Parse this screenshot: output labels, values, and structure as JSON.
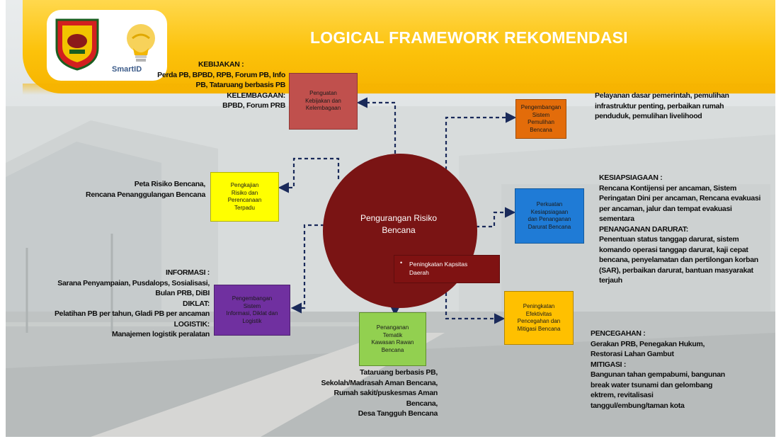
{
  "slide": {
    "title": "LOGICAL FRAMEWORK REKOMENDASI",
    "logo_label": "SmartID"
  },
  "center": {
    "label_line1": "Pengurangan Risiko",
    "label_line2": "Bencana",
    "inner_bullet": "•",
    "inner_line1": "Peningkatan Kapsitas",
    "inner_line2": "Daerah"
  },
  "boxes": {
    "kebijakan": {
      "l1": "Penguatan",
      "l2": "Kebijakan dan",
      "l3": "Kelembagaan",
      "color": "#c0504d"
    },
    "pemulihan": {
      "l1": "Pengembangan",
      "l2": "Sistem",
      "l3": "Pemulihan",
      "l4": "Bencana",
      "color": "#e36c0a"
    },
    "kesiapsiagaan": {
      "l1": "Perkuatan",
      "l2": "Kesiapsiagaan",
      "l3": "dan Penanganan",
      "l4": "Darurat  Bencana",
      "color": "#1f7bd6"
    },
    "pencegahan": {
      "l1": "Peningkatan",
      "l2": "Efektivitas",
      "l3": "Pencegahan dan",
      "l4": "Mitigasi  Bencana",
      "color": "#ffc000"
    },
    "tematik": {
      "l1": "Penanganan",
      "l2": "Tematik",
      "l3": "Kawasan Rawan",
      "l4": "Bencana",
      "color": "#92d050"
    },
    "informasi": {
      "l1": "Pengembangan",
      "l2": "Sistem",
      "l3": "Informasi, Diklat  dan",
      "l4": "Logistik",
      "color": "#7030a0"
    },
    "risiko": {
      "l1": "Pengkajian",
      "l2": "Risiko dan",
      "l3": "Perencanaan",
      "l4": "Terpadu",
      "color": "#ffff00"
    }
  },
  "notes": {
    "kebijakan": {
      "h1": "KEBIJAKAN :",
      "t1a": "Perda PB, BPBD, RPB, Forum PB, Info",
      "t1b": "PB, Tataruang berbasis PB",
      "h2": "KELEMBAGAAN:",
      "t2": "BPBD, Forum PRB"
    },
    "pemulihan": {
      "t1": "Pelayanan dasar pemerintah, pemulihan",
      "t2": "infrastruktur penting, perbaikan rumah",
      "t3": "penduduk, pemulihan livelihood"
    },
    "risiko": {
      "t1": "Peta Risiko Bencana,",
      "t2": "Rencana Penanggulangan Bencana"
    },
    "kesiapsiagaan": {
      "h1": "KESIAPSIAGAAN :",
      "t1": "Rencana Kontijensi per ancaman, Sistem",
      "t2": "Peringatan Dini per ancaman, Rencana evakuasi",
      "t3": "per ancaman, jalur dan tempat evakuasi",
      "t4": "sementara",
      "h2": "PENANGANAN DARURAT:",
      "u1": "Penentuan status tanggap darurat, sistem",
      "u2": "komando operasi tanggap darurat, kaji cepat",
      "u3": "bencana, penyelamatan dan pertilongan korban",
      "u4": "(SAR), perbaikan darurat, bantuan masyarakat",
      "u5": "terjauh"
    },
    "informasi": {
      "h1": "INFORMASI :",
      "t1": "Sarana Penyampaian, Pusdalops, Sosialisasi,",
      "t2": "Bulan PRB, DiBI",
      "h2": "DIKLAT:",
      "t3": "Pelatihan PB per tahun, Gladi PB per ancaman",
      "h3": "LOGISTIK:",
      "t4": "Manajemen logistik peralatan"
    },
    "pencegahan": {
      "h1": "PENCEGAHAN :",
      "t1": "Gerakan PRB, Penegakan Hukum,",
      "t2": "Restorasi Lahan Gambut",
      "h2": "MITIGASI :",
      "t3": "Bangunan tahan gempabumi, bangunan",
      "t4": "break water tsunami dan gelombang",
      "t5": "ektrem, revitalisasi",
      "t6": "tanggul/embung/taman kota"
    },
    "tematik": {
      "t1": "Tataruang berbasis PB,",
      "t2": "Sekolah/Madrasah Aman Bencana,",
      "t3": "Rumah sakit/puskesmas Aman",
      "t4": "Bencana,",
      "t5": "Desa Tangguh Bencana"
    }
  }
}
